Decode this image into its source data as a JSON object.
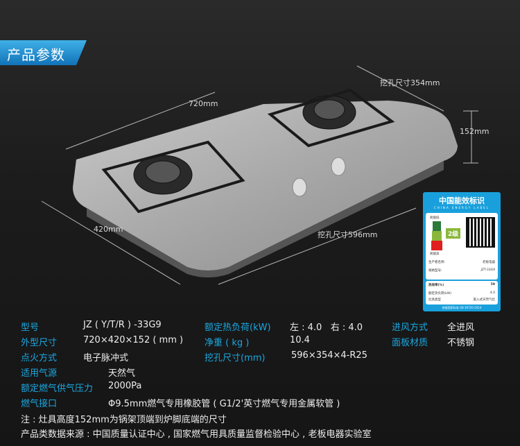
{
  "header": {
    "title": "产品参数"
  },
  "dimensions": {
    "width": "720mm",
    "cutout_depth": "挖孔尺寸354mm",
    "height": "152mm",
    "depth": "420mm",
    "cutout_width": "挖孔尺寸596mm"
  },
  "energy_label": {
    "title": "中国能效标识",
    "subtitle": "CHINA ENERGY LABEL",
    "grade": "2级",
    "top_text": "耗能低",
    "bottom_text": "耗能高",
    "maker_label": "生产者名称:",
    "maker": "老板电器",
    "model_label": "规格型号:",
    "model": "JZT-33G9",
    "efficiency_label": "热效率(%)",
    "efficiency": "59",
    "load_label": "额定热负荷(kW)",
    "load": "4.0",
    "type_label": "灶具类型",
    "type": "嵌入式天然气灶",
    "standard": "依据国家标准 GB 30720-2014"
  },
  "specs": [
    {
      "k1": "型号",
      "v1": "JZ ( Y/T/R ) -33G9",
      "k2": "额定热负荷(kW)",
      "v2": "左 : 4.0   右 : 4.0",
      "k3": "进风方式",
      "v3": "全进风"
    },
    {
      "k1": "外型尺寸",
      "v1": "720×420×152 ( mm )",
      "k2": "净重 ( kg )",
      "v2": "10.4",
      "k3": "面板材质",
      "v3": "不锈钢"
    },
    {
      "k1": "点火方式",
      "v1": "电子脉冲式",
      "k2": "挖孔尺寸(mm)",
      "v2": "596×354×4-R25"
    },
    {
      "k1": "适用气源",
      "v1": "天然气"
    },
    {
      "k1": "额定燃气供气压力",
      "v1": "2000Pa"
    },
    {
      "k1": "燃气接口",
      "v1": "Φ9.5mm燃气专用橡胶管 ( G1/2'英寸燃气专用金属软管 )"
    }
  ],
  "notes": [
    "注 : 灶具高度152mm为锅架顶端到炉脚底端的尺寸",
    "产品类数据来源 : 中国质量认证中心 , 国家燃气用具质量监督检验中心 , 老板电器实验室"
  ]
}
